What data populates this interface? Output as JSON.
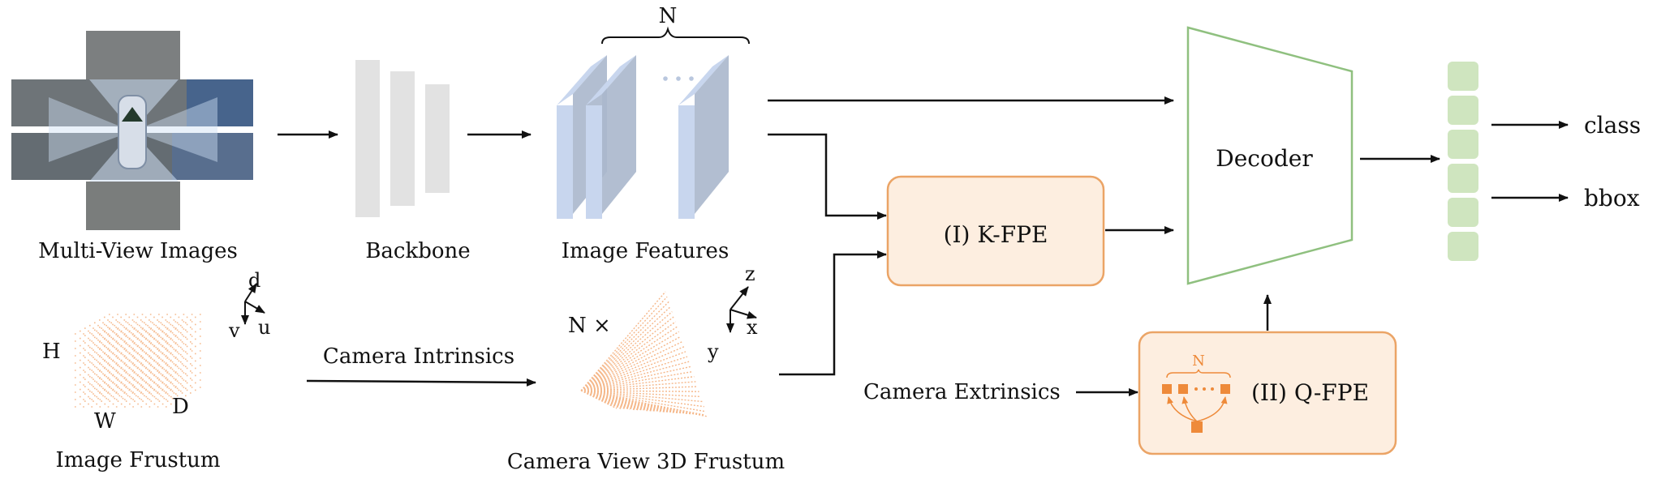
{
  "labels": {
    "multi_view_images": "Multi-View Images",
    "backbone": "Backbone",
    "image_features": "Image Features",
    "features_count": "N",
    "decoder": "Decoder",
    "k_fpe": "(I) K-FPE",
    "q_fpe": "(II) Q-FPE",
    "q_fpe_inner_n": "N",
    "class_output": "class",
    "bbox_output": "bbox",
    "image_frustum": "Image Frustum",
    "frustum_h": "H",
    "frustum_w": "W",
    "frustum_d": "D",
    "image_axes": {
      "d": "d",
      "u": "u",
      "v": "v"
    },
    "camera_intrinsics": "Camera Intrinsics",
    "camera_view_frustum": "Camera View 3D Frustum",
    "n_times": "N ×",
    "camera_axes": {
      "z": "z",
      "x": "x",
      "y": "y"
    },
    "camera_extrinsics": "Camera Extrinsics"
  },
  "colors": {
    "feature_map_fill": "#aab7cc",
    "feature_map_edge": "#c8d6ee",
    "backbone_bar": "#e2e2e2",
    "decoder_stroke": "#8fc07f",
    "fpe_fill": "#fdeee0",
    "fpe_stroke": "#eba466",
    "query_fill": "#cfe5bf",
    "frustum_dots": "#f2a56b",
    "accent_orange": "#ee8a3a",
    "arrow": "#111111"
  }
}
